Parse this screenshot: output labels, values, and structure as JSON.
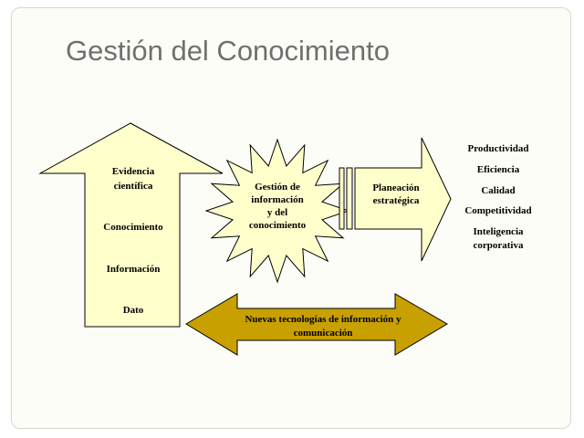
{
  "title": "Gestión del Conocimiento",
  "colors": {
    "shape_fill": "#ffffcc",
    "shape_stroke": "#000000",
    "tech_arrow_fill": "#c8a000",
    "title_color": "#707070",
    "slide_background": "#fdfdf7"
  },
  "hierarchy_arrow": {
    "levels": [
      {
        "lines": [
          "Evidencia",
          "científica"
        ]
      },
      {
        "lines": [
          "Conocimiento"
        ]
      },
      {
        "lines": [
          "Información"
        ]
      },
      {
        "lines": [
          "Dato"
        ]
      }
    ]
  },
  "starburst": {
    "lines": [
      "Gestión de",
      "información",
      "y del",
      "conocimiento"
    ]
  },
  "planning_arrow": {
    "lines": [
      "Planeación",
      "estratégica"
    ]
  },
  "outcomes": [
    {
      "lines": [
        "Productividad"
      ]
    },
    {
      "lines": [
        "Eficiencia"
      ]
    },
    {
      "lines": [
        "Calidad"
      ]
    },
    {
      "lines": [
        "Competitividad"
      ]
    },
    {
      "lines": [
        "Inteligencia",
        "corporativa"
      ]
    }
  ],
  "tech_arrow": {
    "lines": [
      "Nuevas tecnologías de información y",
      "comunicación"
    ]
  }
}
